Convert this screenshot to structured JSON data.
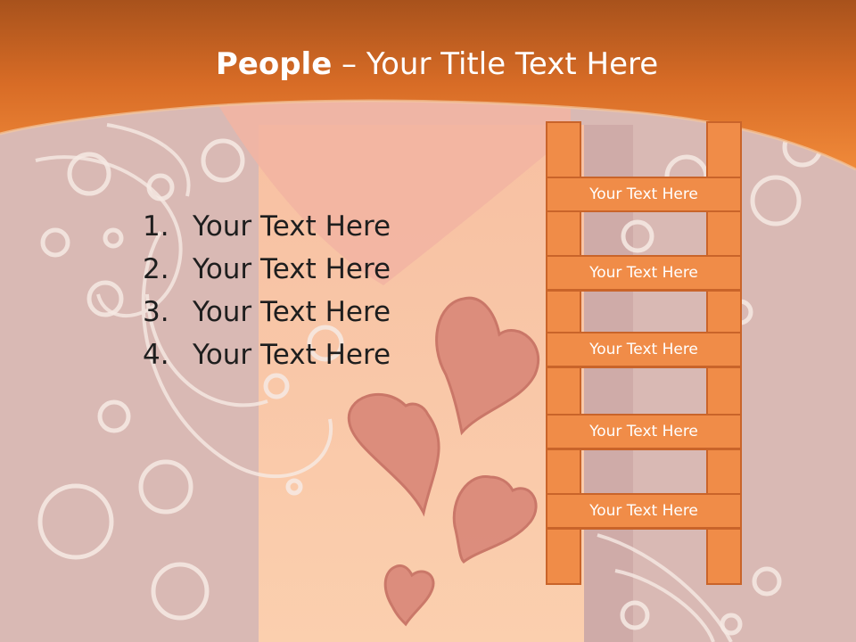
{
  "slide": {
    "title_bold": "People",
    "title_rest": " – Your Title Text Here",
    "list_items": [
      {
        "num": "1.",
        "text": "Your Text Here"
      },
      {
        "num": "2.",
        "text": "Your Text Here"
      },
      {
        "num": "3.",
        "text": "Your Text Here"
      },
      {
        "num": "4.",
        "text": "Your Text Here"
      }
    ],
    "ladder_labels": [
      "Your Text Here",
      "Your Text Here",
      "Your Text Here",
      "Your Text Here",
      "Your Text Here"
    ]
  },
  "colors": {
    "header_orange": "#e87a2e",
    "ladder_orange": "#f08c48",
    "ladder_border": "#c9642a",
    "background": "#d8b8b3"
  }
}
